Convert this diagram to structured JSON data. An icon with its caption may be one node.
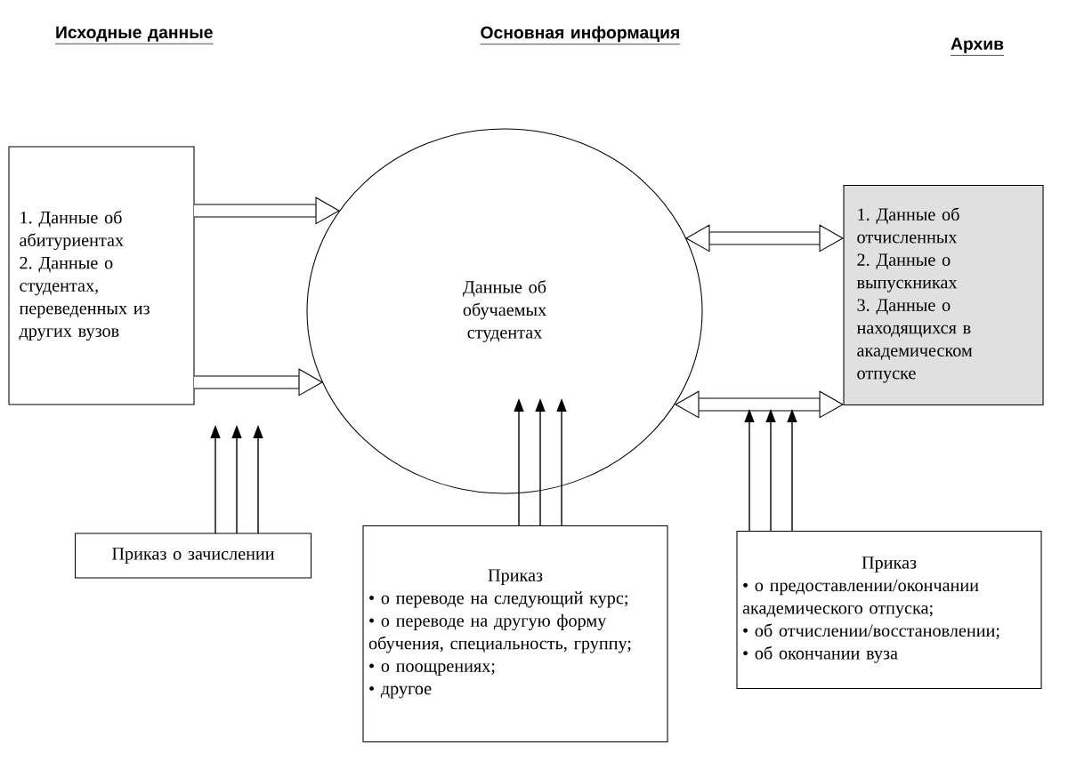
{
  "diagram": {
    "nodes": [
      {
        "text": [
          "1. Данные об абитуриентах",
          "2. Данные о студентах, переведенных из других вузов"
        ]
      },
      {
        "text": [
          "Данные об обучаемых студентах"
        ]
      },
      {
        "text": [
          "1. Данные об отчисленных",
          "2. Данные о выпускниках",
          "3. Данные о находящихся в академическом отпуске"
        ]
      },
      {
        "text": [
          "Приказ о зачислении"
        ]
      },
      {
        "text": [
          "Приказ",
          "• о переводе на следующий курс;",
          "• о переводе на другую форму обучения, специальность, группу;",
          "• о поощрениях;",
          "• другое"
        ]
      },
      {
        "text": [
          "Приказ",
          "• о предоставлении/окончании академического отпуска;",
          "• об отчислении/восстановлении;",
          "• об окончании вуза"
        ]
      }
    ],
    "edges": [
      {
        "from": 0,
        "to": 1,
        "arrow": "to",
        "style": "thick"
      },
      {
        "from": 0,
        "to": 1,
        "arrow": "to",
        "style": "thick"
      },
      {
        "from": 1,
        "to": 2,
        "arrow": "both",
        "style": "thick"
      },
      {
        "from": 1,
        "to": 2,
        "arrow": "both",
        "style": "thick"
      },
      {
        "from": 3,
        "to": null,
        "arrow": "to"
      },
      {
        "from": 3,
        "to": null,
        "arrow": "to"
      },
      {
        "from": 3,
        "to": null,
        "arrow": "to"
      },
      {
        "from": 4,
        "to": 1,
        "arrow": "to"
      },
      {
        "from": 4,
        "to": 1,
        "arrow": "to"
      },
      {
        "from": 4,
        "to": 1,
        "arrow": "to"
      },
      {
        "from": 5,
        "to": null,
        "arrow": "to"
      },
      {
        "from": 5,
        "to": null,
        "arrow": "to"
      },
      {
        "from": 5,
        "to": null,
        "arrow": "to"
      }
    ],
    "labels": [
      "Исходные данные",
      "Основная информация",
      "Архив"
    ]
  }
}
